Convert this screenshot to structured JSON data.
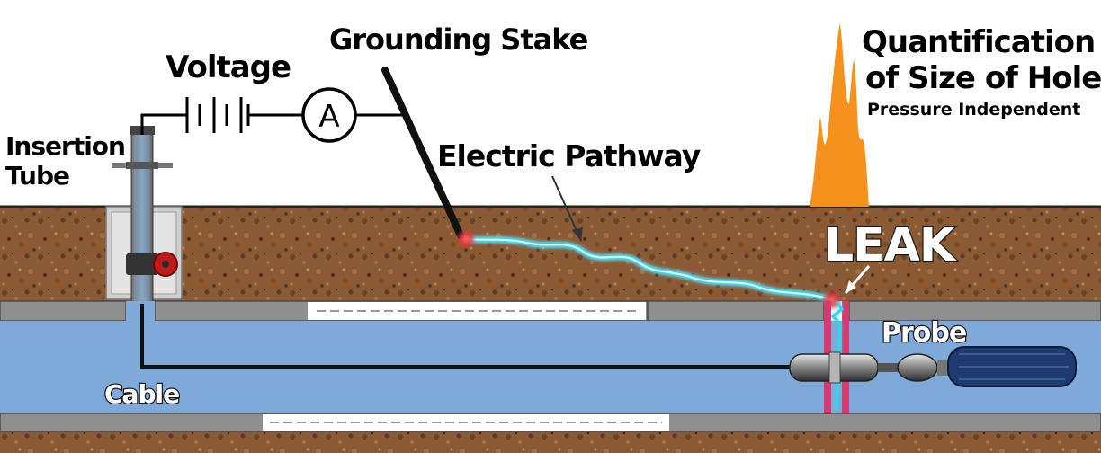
{
  "labels": {
    "insertion_tube_line1": "Insertion",
    "insertion_tube_line2": "Tube",
    "voltage": "Voltage",
    "ammeter_symbol": "A",
    "grounding_stake": "Grounding Stake",
    "electric_pathway": "Electric Pathway",
    "quantification_line1": "Quantification",
    "quantification_line2": "of Size of Hole",
    "pressure_independent": "Pressure Independent",
    "leak": "LEAK",
    "probe": "Probe",
    "cable": "Cable"
  },
  "colors": {
    "soil": "#8a5a35",
    "soil_dark": "#5e3a1f",
    "pipe_wall": "#8f8f8f",
    "water": "#7fa9d8",
    "arc": "#36d4ec",
    "pressure_spike": "#f5921e",
    "leak_glow": "#e8353a",
    "probe_handle": "#1e3a6e",
    "ring_marker": "#d63a6e"
  }
}
